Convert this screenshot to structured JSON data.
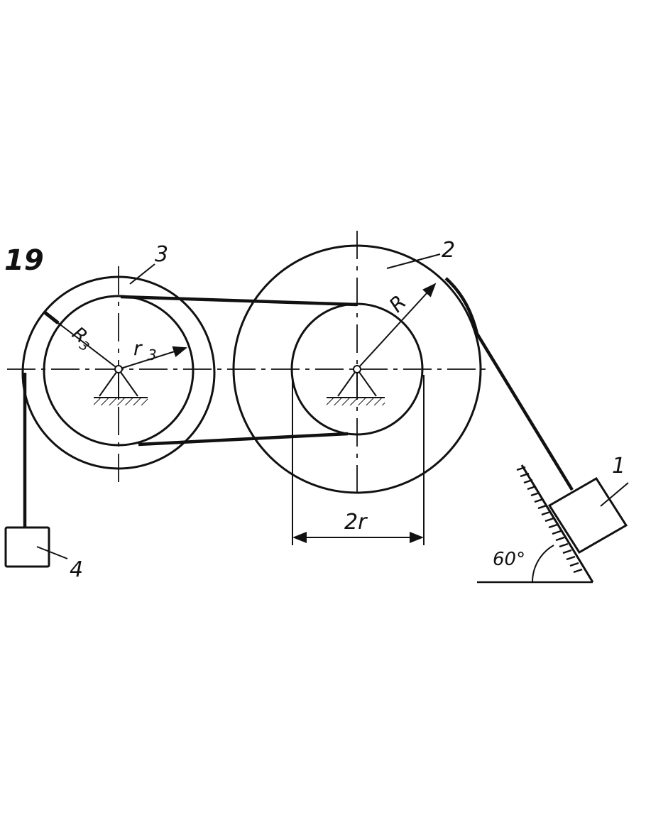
{
  "figure_number": "19",
  "labels": {
    "body1": "1",
    "body2": "2",
    "body3": "3",
    "body4": "4",
    "R3": "R",
    "R3_sub": "3",
    "r3": "r",
    "r3_sub": "3",
    "R": "R",
    "two_r": "2r",
    "angle": "60°"
  },
  "colors": {
    "ink": "#111111",
    "background": "#ffffff"
  }
}
